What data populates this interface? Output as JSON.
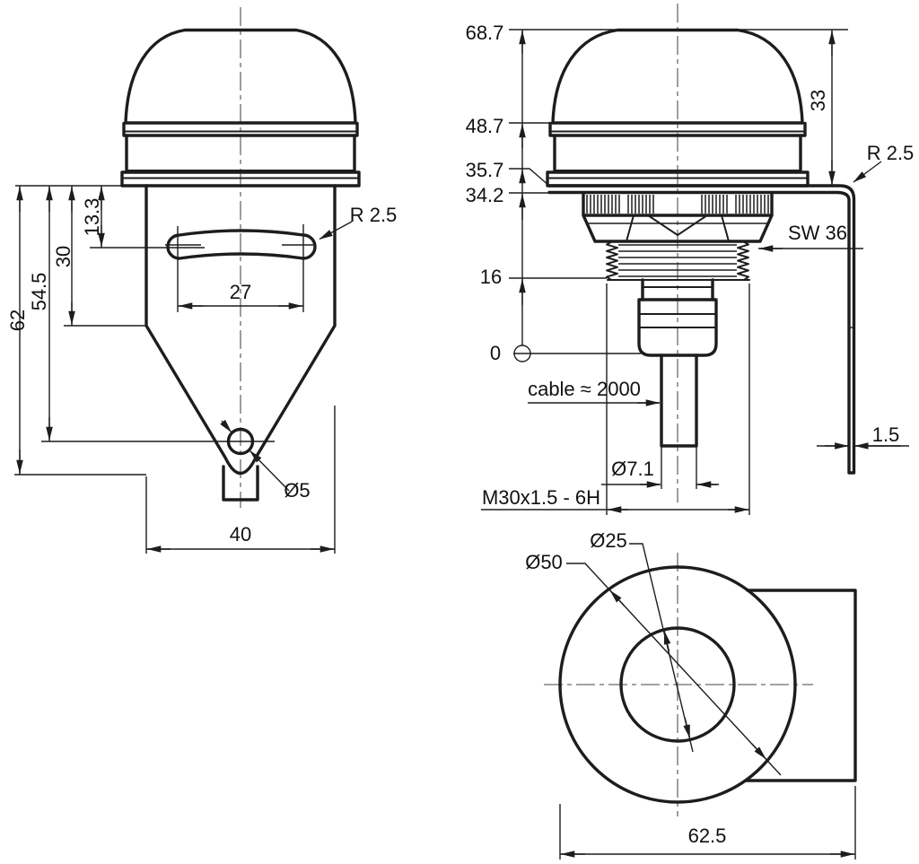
{
  "colors": {
    "background": "#ffffff",
    "line": "#1d1d1b",
    "centerline": "#6a6a6a"
  },
  "views": {
    "side_view": {
      "title": "bracket-side-view",
      "labels": [
        {
          "id": "dim-62",
          "text": "62"
        },
        {
          "id": "dim-54-5",
          "text": "54.5"
        },
        {
          "id": "dim-30",
          "text": "30"
        },
        {
          "id": "dim-13-3",
          "text": "13.3"
        },
        {
          "id": "dim-27",
          "text": "27"
        },
        {
          "id": "radius-slot",
          "text": "R 2.5"
        },
        {
          "id": "dia-hole",
          "text": "Ø5"
        },
        {
          "id": "dim-40",
          "text": "40"
        }
      ]
    },
    "front_view": {
      "title": "beacon-front-view",
      "labels": [
        {
          "id": "lvl-68-7",
          "text": "68.7"
        },
        {
          "id": "lvl-48-7",
          "text": "48.7"
        },
        {
          "id": "lvl-35-7",
          "text": "35.7"
        },
        {
          "id": "lvl-34-2",
          "text": "34.2"
        },
        {
          "id": "lvl-16",
          "text": "16"
        },
        {
          "id": "lvl-0",
          "text": "0"
        },
        {
          "id": "dim-33",
          "text": "33"
        },
        {
          "id": "radius-bracket",
          "text": "R 2.5"
        },
        {
          "id": "wrench-size",
          "text": "SW 36"
        },
        {
          "id": "cable-length",
          "text": "cable ≈ 2000"
        },
        {
          "id": "dia-cable",
          "text": "Ø7.1"
        },
        {
          "id": "thread-spec",
          "text": "M30x1.5 - 6H"
        },
        {
          "id": "dim-1-5",
          "text": "1.5"
        }
      ]
    },
    "top_view": {
      "title": "beacon-top-view",
      "labels": [
        {
          "id": "dia-inner",
          "text": "Ø25"
        },
        {
          "id": "dia-outer",
          "text": "Ø50"
        },
        {
          "id": "dim-62-5",
          "text": "62.5"
        }
      ]
    }
  }
}
